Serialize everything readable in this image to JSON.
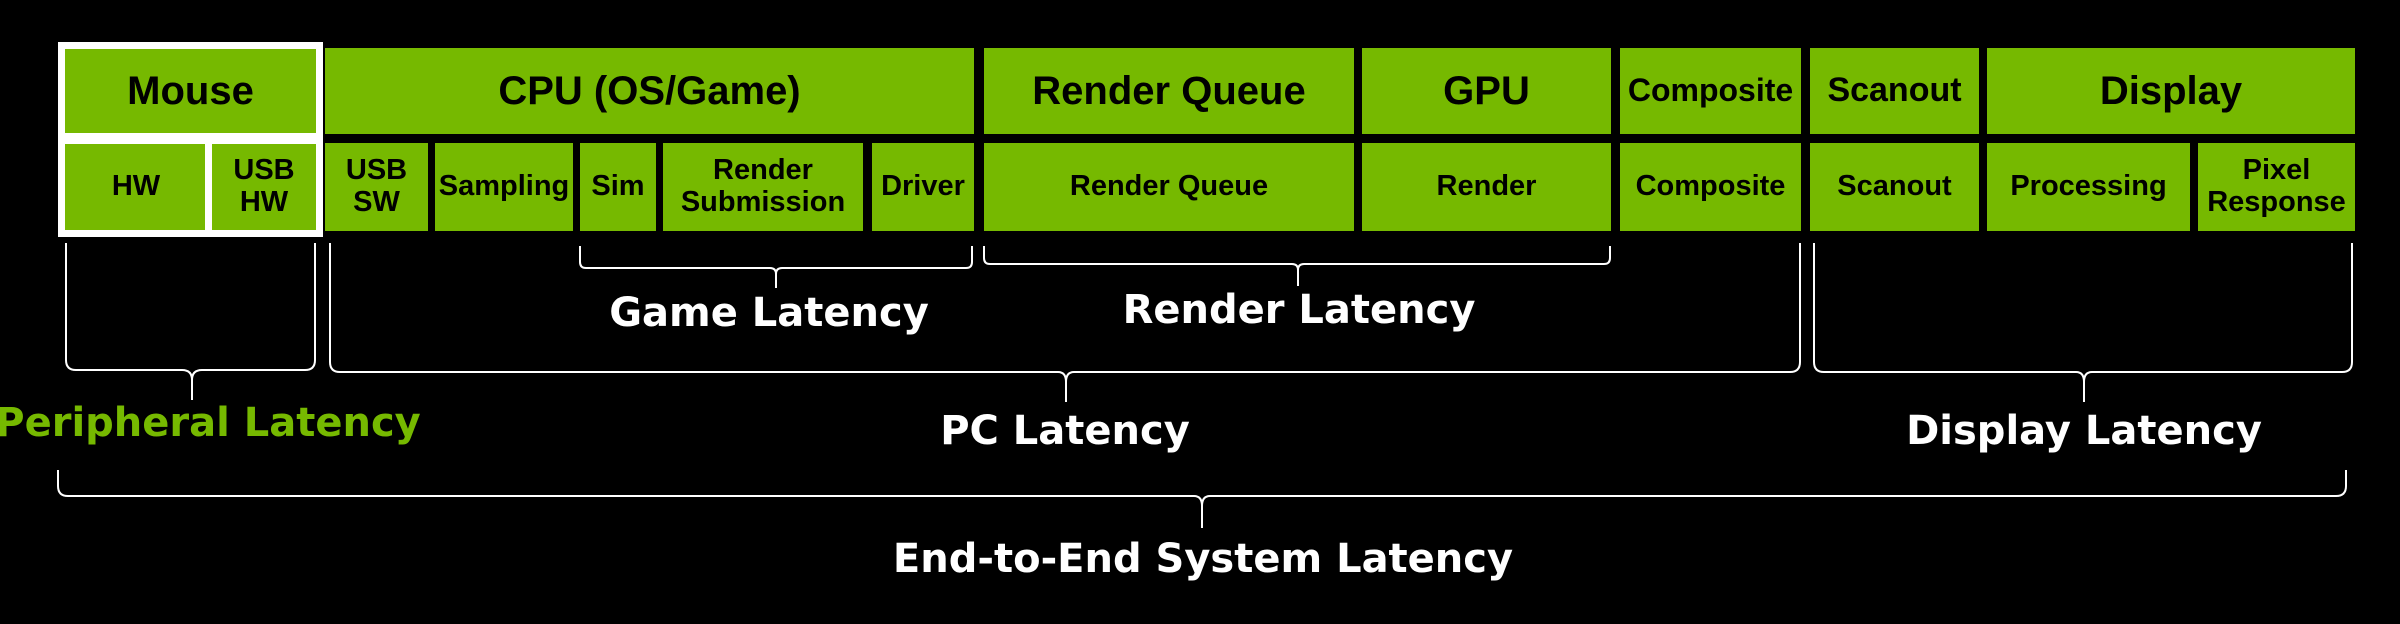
{
  "diagram": {
    "stages": [
      {
        "label": "Mouse"
      },
      {
        "label": "CPU (OS/Game)"
      },
      {
        "label": "Render Queue"
      },
      {
        "label": "GPU"
      },
      {
        "label": "Composite"
      },
      {
        "label": "Scanout"
      },
      {
        "label": "Display"
      }
    ],
    "substages": [
      {
        "label": "HW"
      },
      {
        "label": "USB HW"
      },
      {
        "label": "USB SW"
      },
      {
        "label": "Sampling"
      },
      {
        "label": "Sim"
      },
      {
        "label": "Render Submission"
      },
      {
        "label": "Driver"
      },
      {
        "label": "Render Queue"
      },
      {
        "label": "Render"
      },
      {
        "label": "Composite"
      },
      {
        "label": "Scanout"
      },
      {
        "label": "Processing"
      },
      {
        "label": "Pixel Response"
      }
    ],
    "latencies": {
      "game": "Game Latency",
      "render": "Render Latency",
      "peripheral": "Peripheral Latency",
      "pc": "PC Latency",
      "display": "Display Latency",
      "end_to_end": "End-to-End System Latency"
    },
    "colors": {
      "block": "#76b900",
      "highlight_outline": "#ffffff",
      "peripheral_label": "#76b900",
      "background": "#000000"
    }
  }
}
